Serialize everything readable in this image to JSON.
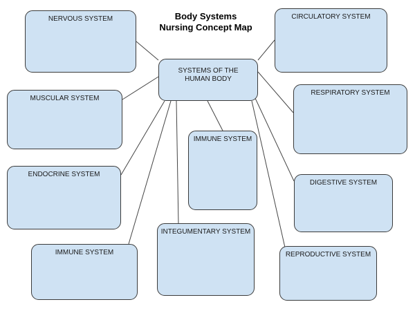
{
  "title": {
    "line1": "Body Systems",
    "line2": "Nursing Concept Map"
  },
  "colors": {
    "box_fill": "#cfe2f3",
    "box_border": "#3a3a3a",
    "connector": "#444444"
  },
  "central": {
    "line1": "SYSTEMS OF THE",
    "line2": "HUMAN BODY"
  },
  "nodes": [
    {
      "id": "nervous",
      "label": "NERVOUS SYSTEM"
    },
    {
      "id": "circulatory",
      "label": "CIRCULATORY SYSTEM"
    },
    {
      "id": "muscular",
      "label": "MUSCULAR SYSTEM"
    },
    {
      "id": "respiratory",
      "label": "RESPIRATORY SYSTEM"
    },
    {
      "id": "immune-center",
      "label": "IMMUNE SYSTEM"
    },
    {
      "id": "endocrine",
      "label": "ENDOCRINE SYSTEM"
    },
    {
      "id": "digestive",
      "label": "DIGESTIVE SYSTEM"
    },
    {
      "id": "integumentary",
      "label": "INTEGUMENTARY SYSTEM"
    },
    {
      "id": "immune-bottom",
      "label": "IMMUNE SYSTEM"
    },
    {
      "id": "reproductive",
      "label": "REPRODUCTIVE SYSTEM"
    }
  ]
}
